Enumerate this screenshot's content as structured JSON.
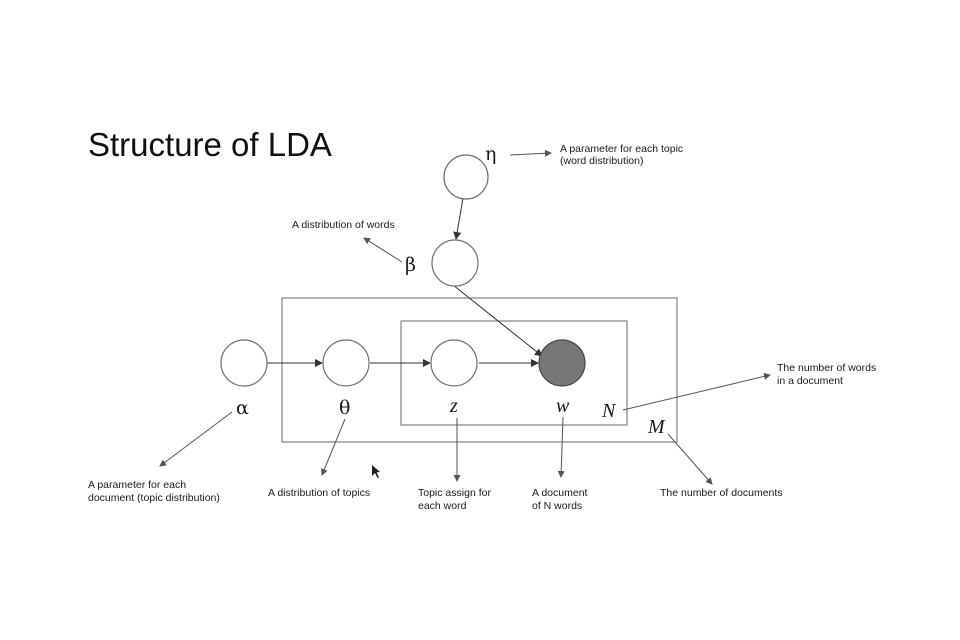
{
  "title": "Structure of LDA",
  "nodes": {
    "eta": {
      "symbol": "η"
    },
    "beta": {
      "symbol": "β"
    },
    "alpha": {
      "symbol": "α"
    },
    "theta": {
      "symbol": "θ"
    },
    "z": {
      "symbol": "z"
    },
    "w": {
      "symbol": "w"
    }
  },
  "plates": {
    "outer": {
      "label": "M"
    },
    "inner": {
      "label": "N"
    }
  },
  "annotations": {
    "eta_line1": "A parameter for each topic",
    "eta_line2": "(word distribution)",
    "beta": "A distribution of words",
    "n_line1": "The number of words",
    "n_line2": "in a document",
    "alpha_line1": "A parameter for each",
    "alpha_line2": "document (topic distribution)",
    "theta": "A distribution of topics",
    "z_line1": "Topic assign for",
    "z_line2": "each word",
    "w_line1": "A document",
    "w_line2": "of N words",
    "m": "The number of documents"
  },
  "colors": {
    "observed_node": "#777777",
    "background": "#ffffff"
  }
}
